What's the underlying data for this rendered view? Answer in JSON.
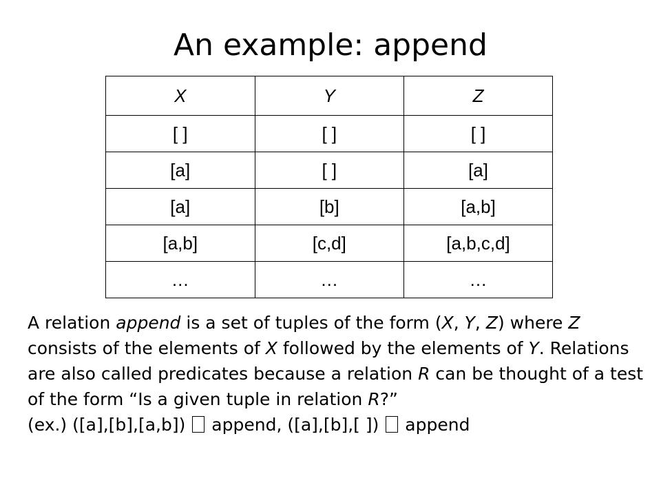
{
  "title": "An example: append",
  "table": {
    "headers": [
      "X",
      "Y",
      "Z"
    ],
    "rows": [
      [
        "[ ]",
        "[ ]",
        "[ ]"
      ],
      [
        "[a]",
        "[ ]",
        "[a]"
      ],
      [
        "[a]",
        "[b]",
        "[a,b]"
      ],
      [
        "[a,b]",
        "[c,d]",
        "[a,b,c,d]"
      ],
      [
        "…",
        "…",
        "…"
      ]
    ]
  },
  "paragraph": {
    "p1": "A relation ",
    "append": "append",
    "p2": " is a set of tuples of the form (",
    "X": "X",
    "c1": ", ",
    "Y": "Y",
    "c2": ", ",
    "Z": "Z",
    "p3": ") where ",
    "Z2": "Z",
    "p4": " consists of the elements of ",
    "X2": "X",
    "p5": " followed by the elements of ",
    "Y2": "Y",
    "p6": ". Relations are also called predicates because a relation ",
    "R": "R",
    "p7": " can be thought of a test of the form “Is a given tuple in relation ",
    "R2": "R",
    "p8": "?”"
  },
  "example": {
    "prefix": "(ex.)  ([a],[b],[a,b]) ",
    "mid": " append,   ([a],[b],[ ]) ",
    "suffix": " append"
  }
}
